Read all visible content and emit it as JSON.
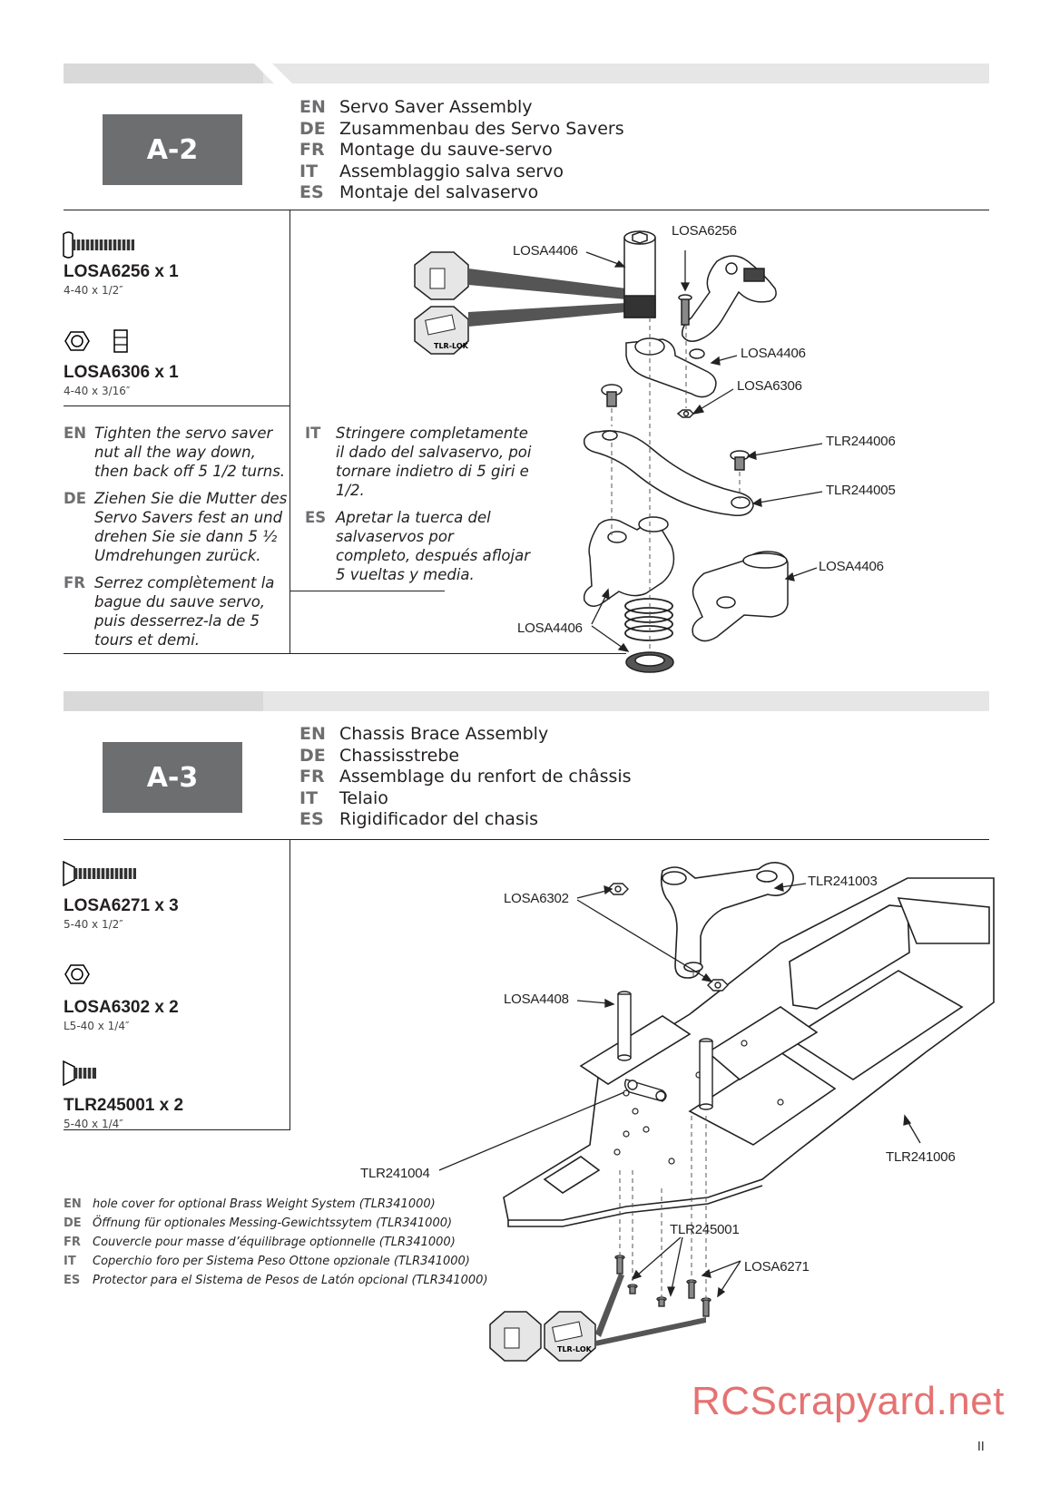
{
  "a2": {
    "step": "A-2",
    "titles": [
      {
        "code": "EN",
        "text": "Servo Saver Assembly"
      },
      {
        "code": "DE",
        "text": "Zusammenbau des Servo Savers"
      },
      {
        "code": "FR",
        "text": "Montage du sauve-servo"
      },
      {
        "code": "IT",
        "text": "Assemblaggio salva servo"
      },
      {
        "code": "ES",
        "text": "Montaje del salvaservo"
      }
    ],
    "parts": [
      {
        "name": "LOSA6256 x 1",
        "size": "4-40 x 1/2″"
      },
      {
        "name": "LOSA6306 x 1",
        "size": "4-40 x 3/16″"
      }
    ],
    "notes_left": [
      {
        "code": "EN",
        "text": "Tighten the servo saver nut all the way down, then back off 5 1/2 turns."
      },
      {
        "code": "DE",
        "text": "Ziehen Sie die Mutter des Servo Savers fest an und drehen Sie sie dann 5 ½ Umdrehungen zurück."
      },
      {
        "code": "FR",
        "text": "Serrez complètement la bague du sauve servo, puis desserrez-la de 5 tours et demi."
      }
    ],
    "notes_right": [
      {
        "code": "IT",
        "text": "Stringere completamente il dado del salvaservo, poi tornare indietro di 5 giri e 1/2."
      },
      {
        "code": "ES",
        "text": "Apretar la tuerca del salvaservos por completo, después aflojar 5 vueltas y media."
      }
    ],
    "labels": {
      "losa4406_top": "LOSA4406",
      "losa6256": "LOSA6256",
      "losa4406_mid": "LOSA4406",
      "losa6306": "LOSA6306",
      "tlr244006": "TLR244006",
      "tlr244005": "TLR244005",
      "losa4406_right": "LOSA4406",
      "losa4406_bottom": "LOSA4406"
    },
    "tlr_lok": "TLR-LOK"
  },
  "a3": {
    "step": "A-3",
    "titles": [
      {
        "code": "EN",
        "text": "Chassis Brace Assembly"
      },
      {
        "code": "DE",
        "text": "Chassisstrebe"
      },
      {
        "code": "FR",
        "text": "Assemblage du renfort de châssis"
      },
      {
        "code": "IT",
        "text": "Telaio"
      },
      {
        "code": "ES",
        "text": "Rigidificador del chasis"
      }
    ],
    "parts": [
      {
        "name": "LOSA6271 x 3",
        "size": "5-40 x 1/2″"
      },
      {
        "name": "LOSA6302 x 2",
        "size": "L5-40 x 1/4″"
      },
      {
        "name": "TLR245001 x 2",
        "size": "5-40 x 1/4″"
      }
    ],
    "hole_notes": [
      {
        "code": "EN",
        "text": "hole cover for optional Brass Weight System (TLR341000)"
      },
      {
        "code": "DE",
        "text": "Öffnung für optionales Messing-Gewichtssytem (TLR341000)"
      },
      {
        "code": "FR",
        "text": "Couvercle pour masse d’équilibrage optionnelle (TLR341000)"
      },
      {
        "code": "IT",
        "text": "Coperchio foro per Sistema Peso Ottone opzionale (TLR341000)"
      },
      {
        "code": "ES",
        "text": "Protector para el Sistema de Pesos de Latón opcional (TLR341000)"
      }
    ],
    "labels": {
      "losa6302": "LOSA6302",
      "tlr241003": "TLR241003",
      "losa4408": "LOSA4408",
      "tlr241006": "TLR241006",
      "tlr241004": "TLR241004",
      "tlr245001": "TLR245001",
      "losa6271": "LOSA6271"
    },
    "tlr_lok": "TLR-LOK"
  },
  "footer": {
    "watermark": "RCScrapyard.net",
    "page_number": "II"
  }
}
